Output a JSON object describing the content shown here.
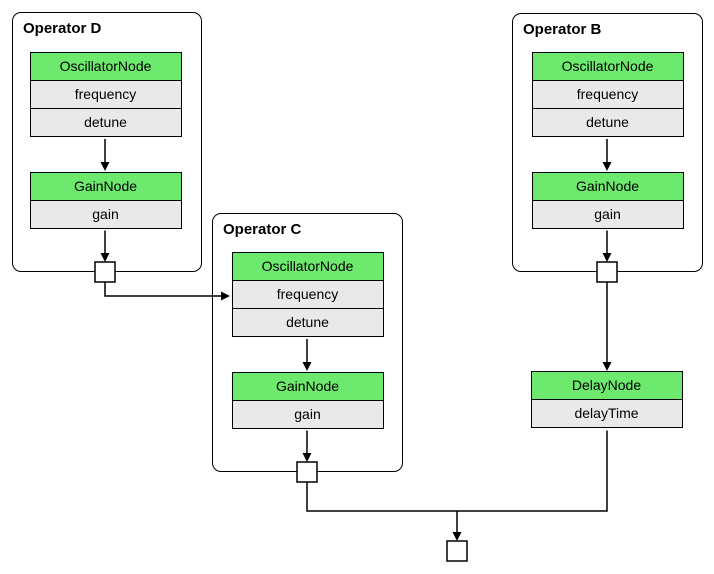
{
  "diagram": {
    "background": "#ffffff",
    "colors": {
      "node_header_fill": "#6DE96D",
      "param_fill": "#E9E9E9",
      "line": "#000000"
    },
    "operators": [
      {
        "label": "Operator D",
        "nodes": [
          {
            "title": "OscillatorNode",
            "params": [
              "frequency",
              "detune"
            ]
          },
          {
            "title": "GainNode",
            "params": [
              "gain"
            ]
          }
        ]
      },
      {
        "label": "Operator C",
        "nodes": [
          {
            "title": "OscillatorNode",
            "params": [
              "frequency",
              "detune"
            ]
          },
          {
            "title": "GainNode",
            "params": [
              "gain"
            ]
          }
        ]
      },
      {
        "label": "Operator B",
        "nodes": [
          {
            "title": "OscillatorNode",
            "params": [
              "frequency",
              "detune"
            ]
          },
          {
            "title": "GainNode",
            "params": [
              "gain"
            ]
          }
        ]
      }
    ],
    "delay_node": {
      "title": "DelayNode",
      "params": [
        "delayTime"
      ]
    },
    "connections": [
      {
        "from": "Operator D OscillatorNode",
        "to": "Operator D GainNode"
      },
      {
        "from": "Operator D GainNode",
        "to": "Operator D output port"
      },
      {
        "from": "Operator D output port",
        "to": "Operator C OscillatorNode frequency"
      },
      {
        "from": "Operator C OscillatorNode",
        "to": "Operator C GainNode"
      },
      {
        "from": "Operator C GainNode",
        "to": "Operator C output port"
      },
      {
        "from": "Operator B OscillatorNode",
        "to": "Operator B GainNode"
      },
      {
        "from": "Operator B GainNode",
        "to": "Operator B output port"
      },
      {
        "from": "Operator B output port",
        "to": "DelayNode"
      },
      {
        "from": "Operator C output port",
        "to": "destination"
      },
      {
        "from": "DelayNode",
        "to": "destination"
      }
    ]
  }
}
